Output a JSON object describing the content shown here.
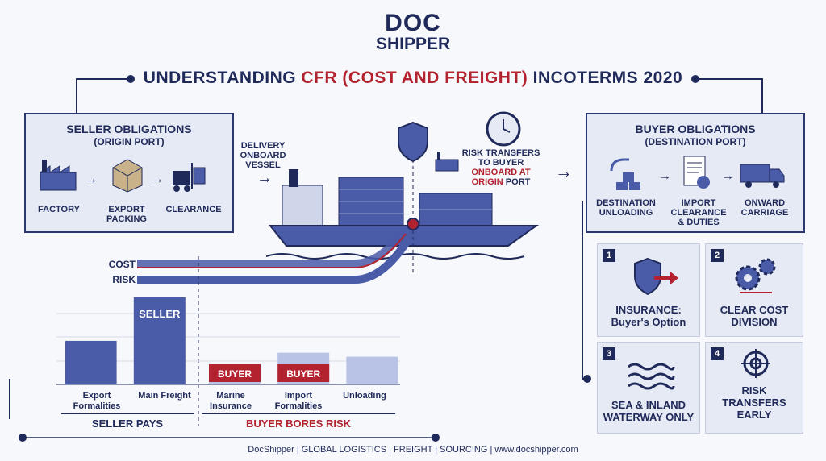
{
  "logo": {
    "line1": "DOC",
    "line2": "SHIPPER"
  },
  "title": {
    "part1": "UNDERSTANDING ",
    "highlight": "CFR (COST AND FREIGHT)",
    "part2": " INCOTERMS 2020"
  },
  "seller": {
    "title": "SELLER OBLIGATIONS",
    "subtitle": "(ORIGIN PORT)",
    "steps": [
      "FACTORY",
      "EXPORT PACKING",
      "CLEARANCE"
    ]
  },
  "delivery": {
    "label": "DELIVERY ONBOARD VESSEL"
  },
  "risk_transfer": {
    "line1": "RISK TRANSFERS TO BUYER",
    "highlight": "ONBOARD AT ORIGIN",
    "line2": " PORT"
  },
  "buyer": {
    "title": "BUYER OBLIGATIONS",
    "subtitle": "(DESTINATION PORT)",
    "steps": [
      "DESTINATION UNLOADING",
      "IMPORT CLEARANCE & DUTIES",
      "ONWARD CARRIAGE"
    ]
  },
  "lines": {
    "cost": "COST",
    "risk": "RISK"
  },
  "bars": {
    "chart_data": {
      "type": "bar",
      "categories": [
        "Export Formalities",
        "Main Freight",
        "Marine Insurance",
        "Import Formalities",
        "Unloading"
      ],
      "values": [
        55,
        110,
        20,
        40,
        35
      ],
      "inner_labels": [
        "",
        "SELLER",
        "BUYER",
        "BUYER",
        ""
      ],
      "ylim": [
        0,
        120
      ],
      "groups": [
        "SELLER PAYS",
        "BUYER BORES RISK"
      ]
    }
  },
  "cards": [
    {
      "num": "1",
      "text": "INSURANCE:",
      "sub": "Buyer's Option"
    },
    {
      "num": "2",
      "text": "CLEAR COST",
      "sub": "DIVISION"
    },
    {
      "num": "3",
      "text": "SEA & INLAND",
      "sub": "WATERWAY ONLY"
    },
    {
      "num": "4",
      "text": "RISK TRANSFERS",
      "sub": "EARLY"
    }
  ],
  "footer": "DocShipper | GLOBAL LOGISTICS | FREIGHT | SOURCING | www.docshipper.com",
  "colors": {
    "navy": "#1f2a5a",
    "red": "#b3232f",
    "bar": "#4a5ba8",
    "light_bar": "#b8c3e6"
  }
}
